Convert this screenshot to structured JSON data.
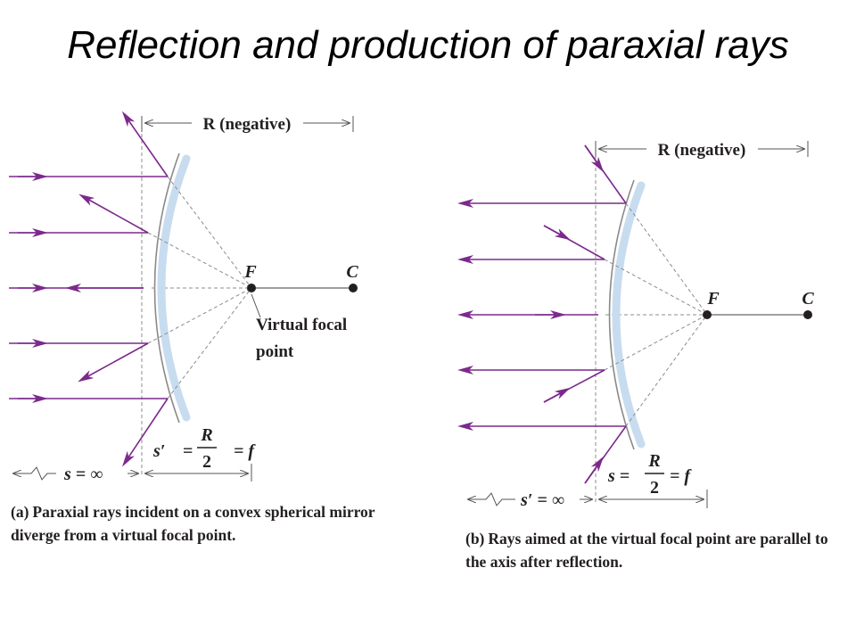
{
  "slide": {
    "title": "Reflection and production of paraxial rays"
  },
  "panel_a": {
    "radius_label": "R (negative)",
    "focal_label": "F",
    "center_label": "C",
    "virtual_focal_line1": "Virtual focal",
    "virtual_focal_line2": "point",
    "image_dist": "s′",
    "eq1": "=",
    "R": "R",
    "two": "2",
    "eq2": "= f",
    "object_dist": "s = ∞",
    "caption_tag": "(a)",
    "caption_text": "Paraxial rays incident on a convex spherical mirror diverge from a virtual focal point."
  },
  "panel_b": {
    "radius_label": "R (negative)",
    "focal_label": "F",
    "center_label": "C",
    "object_dist": "s =",
    "R": "R",
    "two": "2",
    "eq2": "= f",
    "image_dist": "s′ = ∞",
    "caption_tag": "(b)",
    "caption_text": "Rays aimed at the virtual focal point are parallel to the axis after reflection."
  },
  "colors": {
    "ray": "#7b2a8c",
    "mirror_coat": "#c8dcf0",
    "mirror": "#8a8a8a",
    "guide": "#8c8c8c",
    "text": "#231f20"
  }
}
